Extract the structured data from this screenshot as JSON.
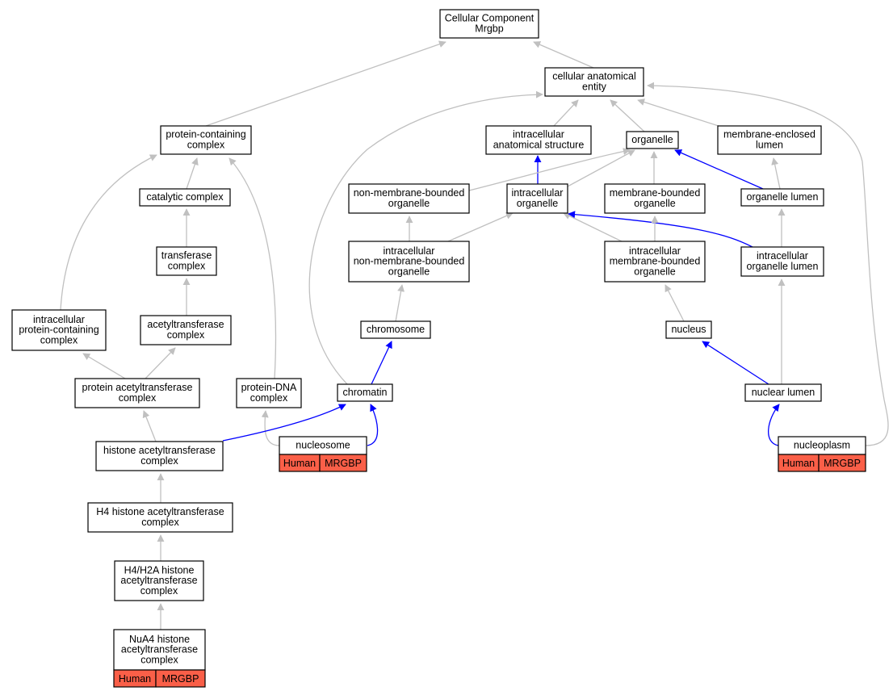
{
  "colors": {
    "is_a_edge": "#c0c0c0",
    "part_of_edge": "#0000ff",
    "annotation_fill": "#fa5f48"
  },
  "nodes": {
    "root": [
      "Cellular Component",
      "Mrgbp"
    ],
    "cae": [
      "cellular anatomical",
      "entity"
    ],
    "pcc": [
      "protein-containing",
      "complex"
    ],
    "ias": [
      "intracellular",
      "anatomical structure"
    ],
    "organelle": [
      "organelle"
    ],
    "mel": [
      "membrane-enclosed",
      "lumen"
    ],
    "catalytic": [
      "catalytic complex"
    ],
    "nmbo": [
      "non-membrane-bounded",
      "organelle"
    ],
    "io": [
      "intracellular",
      "organelle"
    ],
    "mbo": [
      "membrane-bounded",
      "organelle"
    ],
    "ol": [
      "organelle lumen"
    ],
    "transferase": [
      "transferase",
      "complex"
    ],
    "inmbo": [
      "intracellular",
      "non-membrane-bounded",
      "organelle"
    ],
    "imbo": [
      "intracellular",
      "membrane-bounded",
      "organelle"
    ],
    "iol": [
      "intracellular",
      "organelle lumen"
    ],
    "ipcc": [
      "intracellular",
      "protein-containing",
      "complex"
    ],
    "acetyl": [
      "acetyltransferase",
      "complex"
    ],
    "chromosome": [
      "chromosome"
    ],
    "nucleus": [
      "nucleus"
    ],
    "pac": [
      "protein acetyltransferase",
      "complex"
    ],
    "pdna": [
      "protein-DNA",
      "complex"
    ],
    "chromatin": [
      "chromatin"
    ],
    "nuclumen": [
      "nuclear lumen"
    ],
    "hac": [
      "histone acetyltransferase",
      "complex"
    ],
    "nucleosome": [
      "nucleosome"
    ],
    "nucleoplasm": [
      "nucleoplasm"
    ],
    "h4": [
      "H4 histone acetyltransferase",
      "complex"
    ],
    "h4h2a": [
      "H4/H2A histone",
      "acetyltransferase",
      "complex"
    ],
    "nua4": [
      "NuA4 histone",
      "acetyltransferase",
      "complex"
    ]
  },
  "annotations": {
    "nucleosome": [
      "Human",
      "MRGBP"
    ],
    "nucleoplasm": [
      "Human",
      "MRGBP"
    ],
    "nua4": [
      "Human",
      "MRGBP"
    ]
  }
}
